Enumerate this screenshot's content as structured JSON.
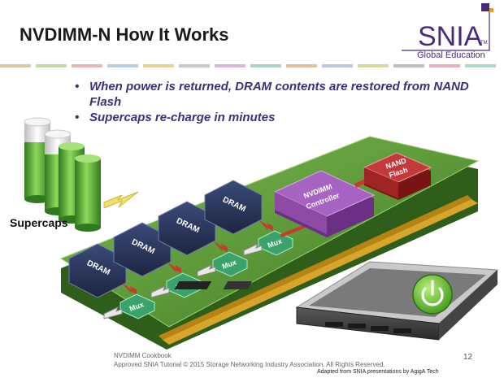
{
  "slide": {
    "title": "NVDIMM-N How It Works",
    "page_number": "12",
    "stripe_colors": [
      "#d9c9a3",
      "#c8d8a8",
      "#e8b7b7",
      "#b8d0e0",
      "#e6d39a",
      "#c9c9c9",
      "#d6b9d9",
      "#a9d2c2",
      "#e0c0a0",
      "#bcc9e0",
      "#d8d8a0",
      "#c0c0c0",
      "#e8b0c8",
      "#b0d8d0"
    ]
  },
  "logo": {
    "name": "SNIA",
    "tm": "TM",
    "subtitle": "Global Education",
    "color": "#4b2a7c"
  },
  "bullets": [
    "When power is returned, DRAM contents are restored from NAND Flash",
    "Supercaps re-charge in minutes"
  ],
  "diagram": {
    "supercaps_label": "Supercaps",
    "dram_label": "DRAM",
    "mux_label": "Mux",
    "controller_label_1": "NVDIMM",
    "controller_label_2": "Controller",
    "nand_label_1": "NAND",
    "nand_label_2": "Flash",
    "power_icon": "power-icon",
    "colors": {
      "board": "#5e9a3c",
      "dram": "#2a3558",
      "controller": "#8e4ba6",
      "nand": "#b32a2a",
      "mux": "#3aa36c",
      "supercap": "#5aa83a"
    }
  },
  "footer": {
    "line1": "NVDIMM Cookbook",
    "line2": "Approved SNIA Tutorial © 2015 Storage Networking Industry Association. All Rights Reserved.",
    "line3": "Adapted from SNIA presentations by AgigA Tech"
  }
}
